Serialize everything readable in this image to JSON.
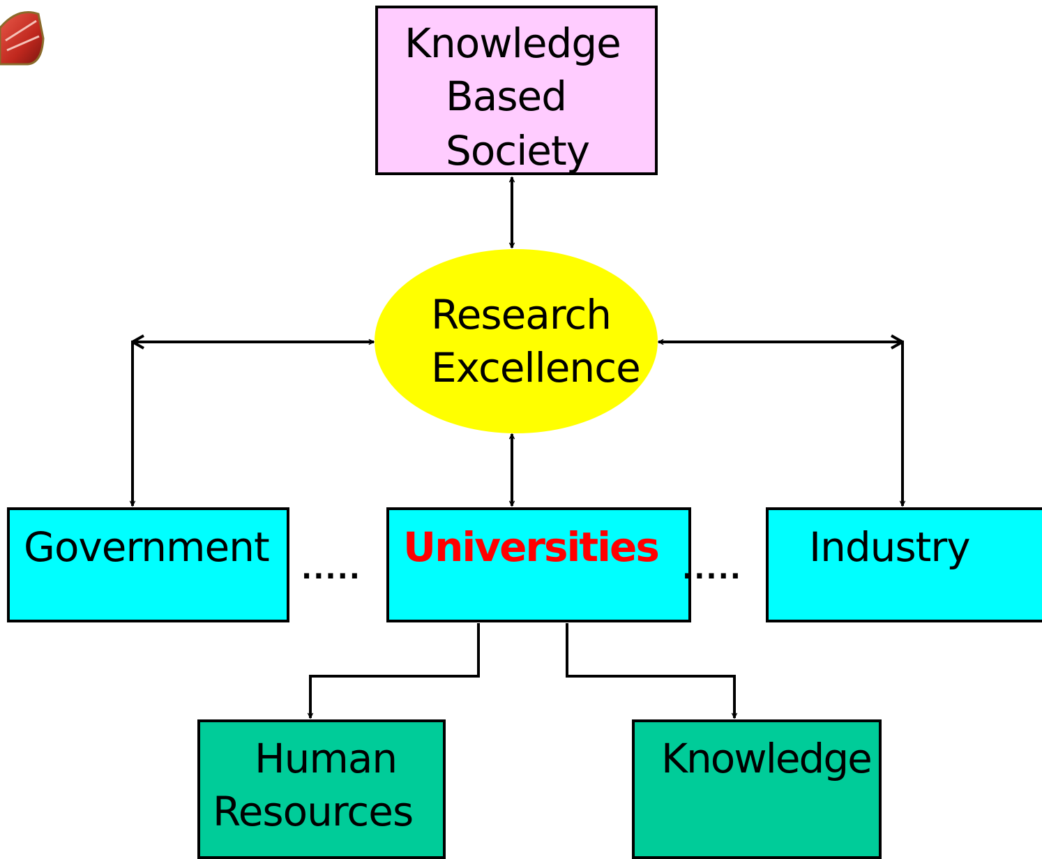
{
  "nodes": {
    "knowledge_based_society": {
      "lines": [
        "Knowledge",
        "Based",
        "Society"
      ],
      "fill": "#ffccff"
    },
    "research_excellence": {
      "lines": [
        "Research",
        "Excellence"
      ],
      "fill": "#ffff00"
    },
    "government": {
      "label": "Government",
      "fill": "#00ffff"
    },
    "universities": {
      "label": "Universities",
      "fill": "#00ffff",
      "text_color": "#ff0000"
    },
    "industry": {
      "label": "Industry",
      "fill": "#00ffff"
    },
    "human_resources": {
      "lines": [
        "Human",
        "Resources"
      ],
      "fill": "#00cc99"
    },
    "knowledge": {
      "label": "Knowledge",
      "fill": "#00cc99"
    }
  },
  "connectors": {
    "dots_left": ".....",
    "dots_right": "....."
  },
  "colors": {
    "stroke": "#000000",
    "logo": "#c0281e"
  },
  "icons": [
    "logo-icon"
  ]
}
